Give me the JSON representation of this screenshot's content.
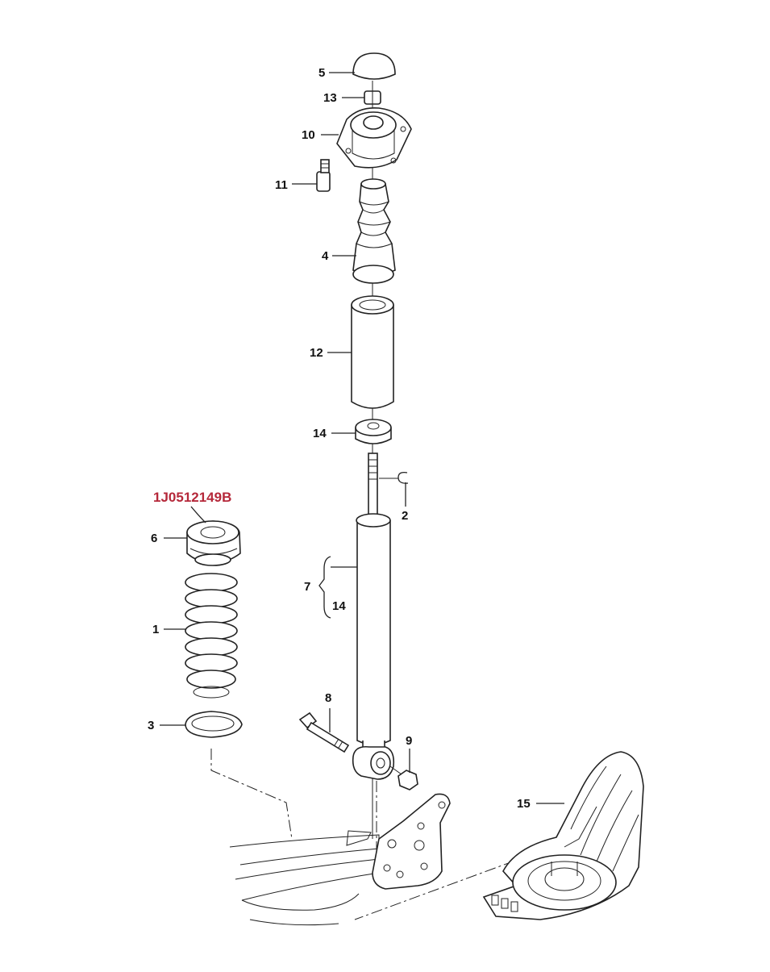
{
  "callouts": {
    "c1": "1",
    "c2": "2",
    "c3": "3",
    "c4": "4",
    "c5": "5",
    "c6": "6",
    "c7": "7",
    "c8": "8",
    "c9": "9",
    "c10": "10",
    "c11": "11",
    "c12": "12",
    "c13": "13",
    "c14a": "14",
    "c14b": "14",
    "c15": "15"
  },
  "highlighted_part": {
    "number": "1J0512149B",
    "color": "#b5283a"
  },
  "icons": {
    "spring-icon": "coil spring",
    "damper-icon": "shock absorber",
    "mount-icon": "top strut mount",
    "bump-stop-icon": "bump stop bellows"
  }
}
